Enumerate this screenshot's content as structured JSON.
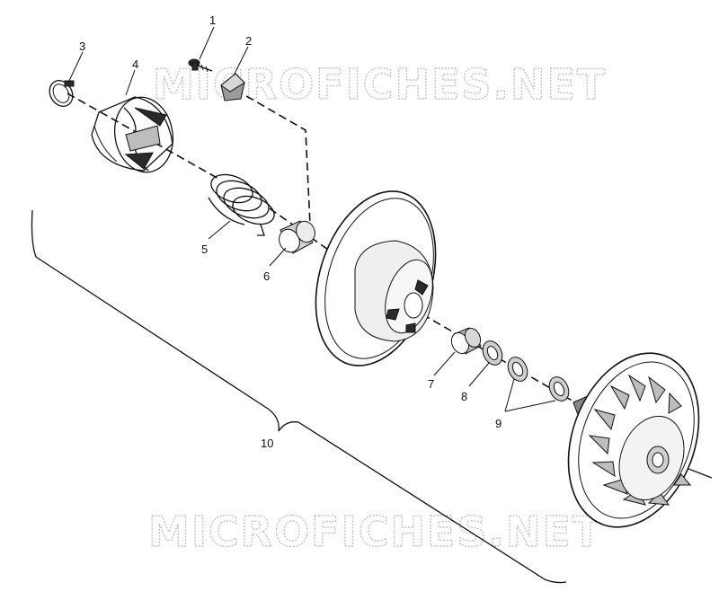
{
  "watermark": {
    "top": "MICROFICHES.NET",
    "bottom": "MICROFICHES.NET"
  },
  "callouts": [
    {
      "id": "1",
      "text": "1"
    },
    {
      "id": "2",
      "text": "2"
    },
    {
      "id": "3",
      "text": "3"
    },
    {
      "id": "4",
      "text": "4"
    },
    {
      "id": "5",
      "text": "5"
    },
    {
      "id": "6",
      "text": "6"
    },
    {
      "id": "7",
      "text": "7"
    },
    {
      "id": "8",
      "text": "8"
    },
    {
      "id": "9",
      "text": "9"
    },
    {
      "id": "10",
      "text": "10"
    }
  ]
}
